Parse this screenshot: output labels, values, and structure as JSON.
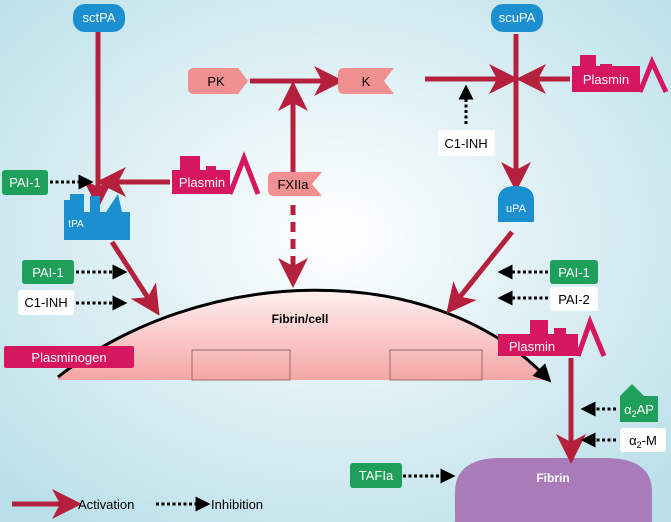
{
  "colors": {
    "arrow": "#b5203d",
    "magenta": "#d6165f",
    "pink": "#f09090",
    "blue": "#1c8fd0",
    "green": "#1ea05a",
    "purple": "#a97bb8",
    "background_center": "#ffffff",
    "background_edge": "#b9dfe9"
  },
  "nodes": {
    "sctpa": "sctPA",
    "scupa": "scuPA",
    "pk": "PK",
    "k": "K",
    "plasmin_top_right": "Plasmin",
    "c1inh_top": "C1-INH",
    "pai1_left_top": "PAI-1",
    "plasmin_mid_left": "Plasmin",
    "fxiia": "FXIIa",
    "tpa": "tPA",
    "upa": "uPA",
    "pai1_left_mid": "PAI-1",
    "c1inh_left": "C1-INH",
    "pai1_right": "PAI-1",
    "pai2_right": "PAI-2",
    "fibrin_cell": "Fibrin/cell",
    "plasminogen": "Plasminogen",
    "plasmin_right": "Plasmin",
    "a2ap_alpha": "α",
    "a2ap_sub": "2",
    "a2ap_rest": "AP",
    "a2m_alpha": "α",
    "a2m_sub": "2",
    "a2m_rest": "-M",
    "tafia": "TAFIa",
    "fibrin": "Fibrin"
  },
  "legend": {
    "activation": "Activation",
    "inhibition": "Inhibition"
  }
}
